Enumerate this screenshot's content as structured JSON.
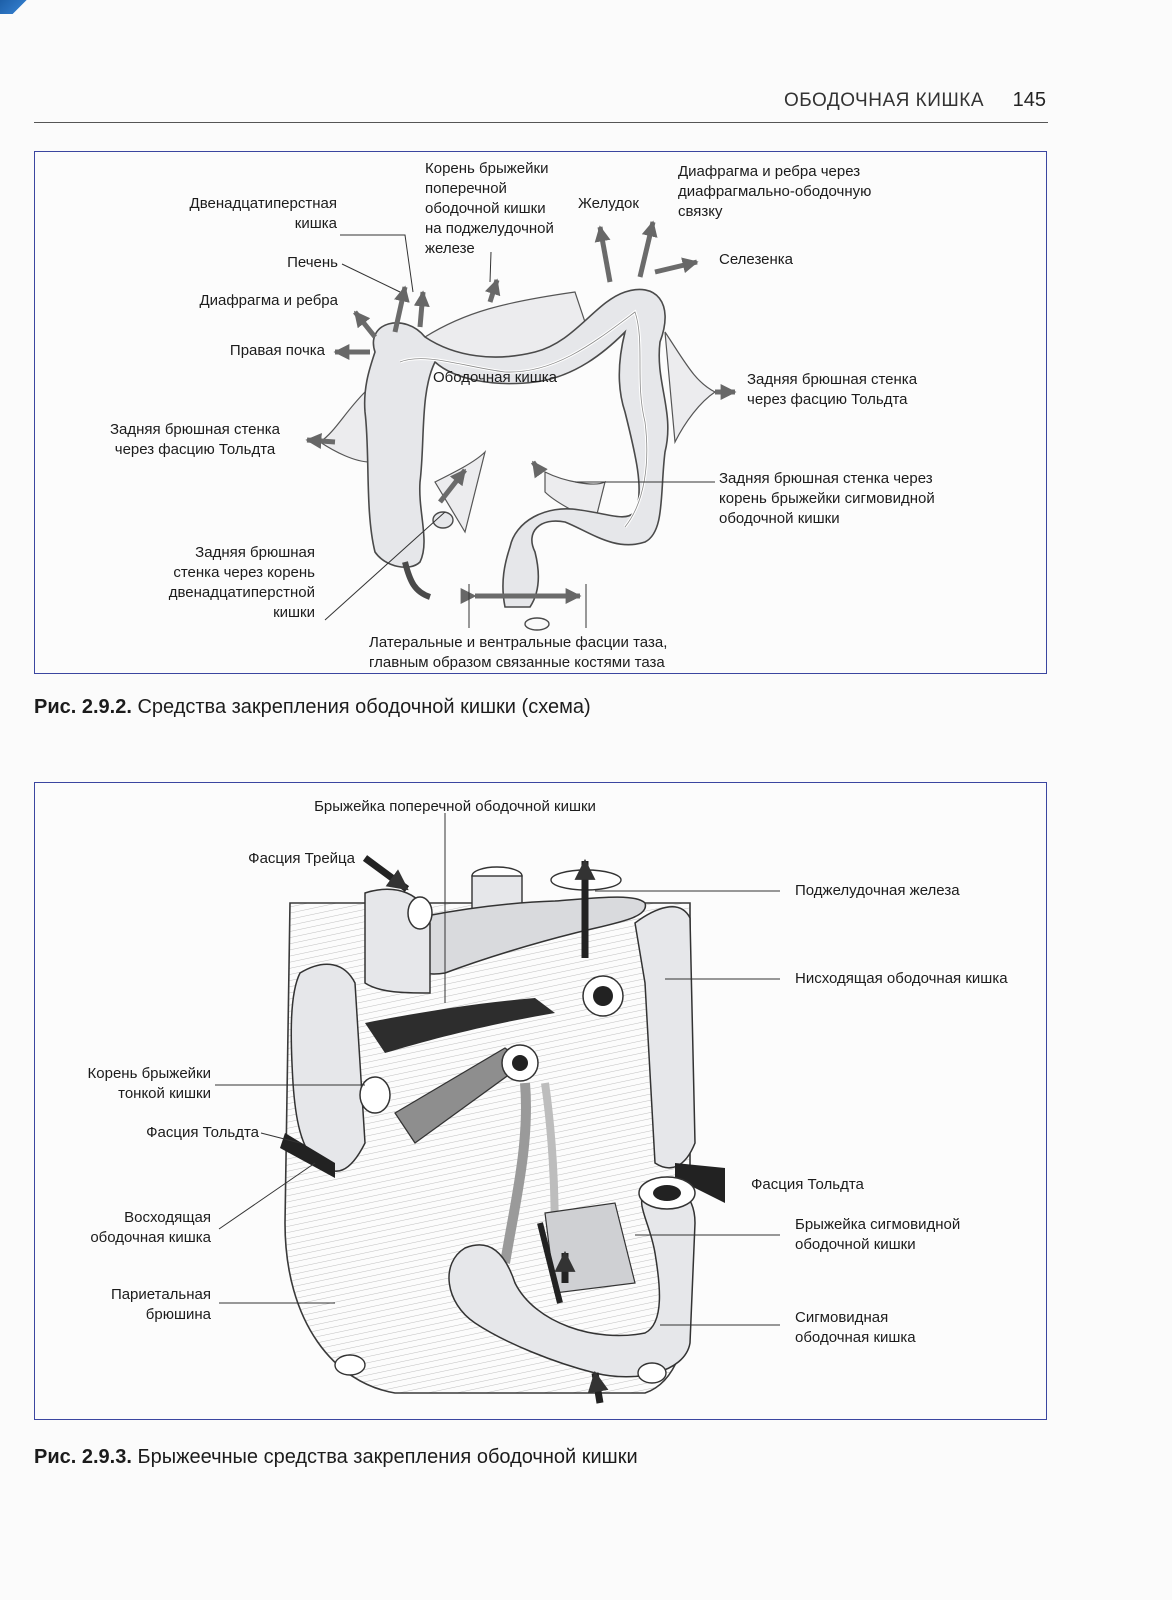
{
  "header": {
    "title": "ОБОДОЧНАЯ КИШКА",
    "page_number": "145"
  },
  "figure1": {
    "labels": {
      "duodenum": "Двенадцатиперстная\nкишка",
      "liver": "Печень",
      "diaphragm_ribs": "Диафрагма и ребра",
      "right_kidney": "Правая почка",
      "posterior_wall_left": "Задняя брюшная стенка\nчерез фасцию Тольдта",
      "posterior_wall_duodenum": "Задняя брюшная\nстенка через корень\nдвенадцатиперстной\nкишки",
      "transverse_mesocolon_root": "Корень брыжейки\nпоперечной\nободочной кишки\nна поджелудочной\nжелезе",
      "stomach": "Желудок",
      "diaphragm_colic": "Диафрагма и ребра через\nдиафрагмально-ободочную\nсвязку",
      "spleen": "Селезенка",
      "colon": "Ободочная кишка",
      "posterior_wall_right": "Задняя брюшная стенка\nчерез фасцию Тольдта",
      "posterior_wall_sigmoid": "Задняя брюшная стенка через\nкорень брыжейки сигмовидной\nободочной кишки",
      "pelvic_fasciae": "Латеральные и вентральные фасции таза,\nглавным образом связанные костями таза"
    },
    "caption_num": "Рис. 2.9.2.",
    "caption_text": " Средства закрепления ободочной кишки (схема)"
  },
  "figure2": {
    "labels": {
      "transverse_mesocolon": "Брыжейка поперечной ободочной кишки",
      "treitz_fascia": "Фасция Трейца",
      "pancreas": "Поджелудочная железа",
      "descending_colon": "Нисходящая ободочная кишка",
      "small_bowel_mesentery_root": "Корень брыжейки\nтонкой кишки",
      "toldt_left": "Фасция Тольдта",
      "ascending_colon": "Восходящая\nободочная кишка",
      "parietal_peritoneum": "Париетальная\nбрюшина",
      "toldt_right": "Фасция Тольдта",
      "sigmoid_mesocolon": "Брыжейка сигмовидной\nободочной кишки",
      "sigmoid_colon": "Сигмовидная\nободочная кишка"
    },
    "caption_num": "Рис. 2.9.3.",
    "caption_text": " Брыжеечные средства закрепления ободочной кишки"
  },
  "colors": {
    "frame": "#3b46a0",
    "organ_fill": "#e6e7ea",
    "arrow": "#6b6b6b",
    "dark_band": "#2a2a2a"
  },
  "icons": {
    "arrow": "anchoring-arrow",
    "double_arrow": "pelvic-double-arrow"
  }
}
